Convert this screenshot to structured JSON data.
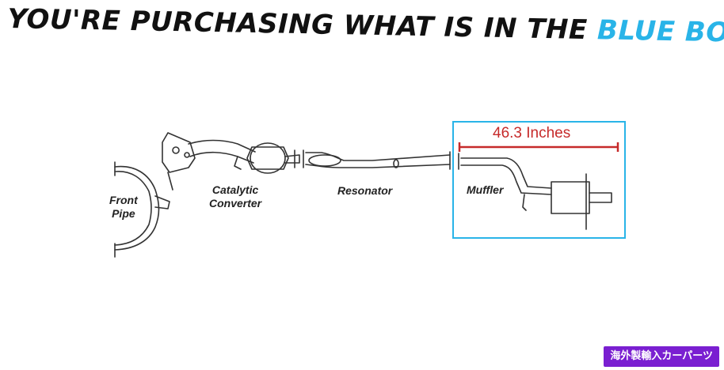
{
  "headline": {
    "prefix": "YOU'RE PURCHASING WHAT IS IN THE",
    "highlight": "BLUE BOX",
    "highlight_color": "#29b4e8"
  },
  "diagram": {
    "labels": {
      "front_pipe_line1": "Front",
      "front_pipe_line2": "Pipe",
      "catalytic_line1": "Catalytic",
      "catalytic_line2": "Converter",
      "resonator": "Resonator",
      "muffler": "Muffler"
    },
    "measurement": "46.3 Inches",
    "measurement_color": "#c62a2a",
    "box_color": "#29b4e8"
  },
  "badge": {
    "text": "海外製輸入カーパーツ",
    "color": "#7a1fd1"
  }
}
